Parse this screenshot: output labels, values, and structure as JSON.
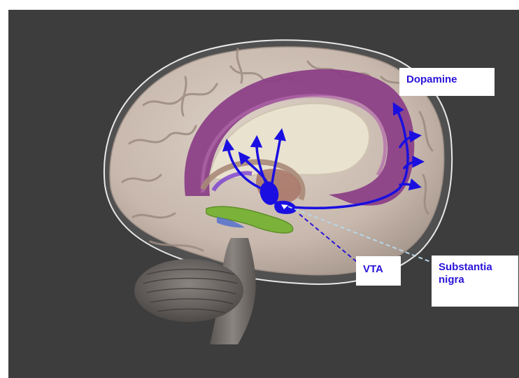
{
  "labels": {
    "dopamine": "Dopamine",
    "vta": "VTA",
    "substantia_nigra_line1": "Substantia",
    "substantia_nigra_line2": "nigra"
  },
  "colors": {
    "background": "#3d3d3d",
    "label_text": "#2a14d8",
    "pathway": "#1a0fe0",
    "cingulate": "#8a3d86",
    "hippocampus": "#7bb33a",
    "cortex": "#cdbfb5"
  }
}
